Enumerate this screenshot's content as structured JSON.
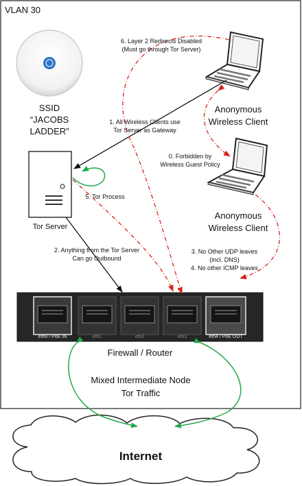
{
  "vlan": {
    "label": "VLAN 30"
  },
  "ssid": {
    "line1": "SSID",
    "line2": "“JACOBS",
    "line3": "LADDER”"
  },
  "clients": {
    "top": {
      "line1": "Anonymous",
      "line2": "Wireless Client"
    },
    "bottom": {
      "line1": "Anonymous",
      "line2": "Wireless Client"
    }
  },
  "tor_server": {
    "label": "Tor Server"
  },
  "annotations": {
    "a6_layer2": {
      "line1": "6. Layer 2 Redirects Disabled",
      "line2": "(Must go through Tor Server)"
    },
    "a1_gateway": {
      "line1": "1. All Wireless Clients use",
      "line2": "Tor Server as Gateway"
    },
    "a0_forbidden": {
      "line1": "0. Forbidden by",
      "line2": "Wireless Guest Policy"
    },
    "a5_tor": {
      "line1": "5. Tor Process"
    },
    "a2_outbound": {
      "line1": "2. Anything from the Tor Server",
      "line2": "Can go Outbound"
    },
    "a3_udp": {
      "line1": "3. No Other UDP leaves",
      "line2": "(incl. DNS)"
    },
    "a4_icmp": {
      "line1": "4. No other ICMP leaves"
    }
  },
  "router": {
    "label": "Firewall / Router",
    "ports": [
      "eth0 / PoE IN",
      "eth1",
      "eth2",
      "eth3",
      "eth4 / PoE OUT"
    ]
  },
  "mixed_traffic": {
    "line1": "Mixed Intermediate Node",
    "line2": "Tor Traffic"
  },
  "internet": {
    "label": "Internet"
  },
  "colors": {
    "red_dashed": "#d9231f",
    "green": "#22a84a",
    "black": "#111111",
    "router_body": "#262626"
  }
}
